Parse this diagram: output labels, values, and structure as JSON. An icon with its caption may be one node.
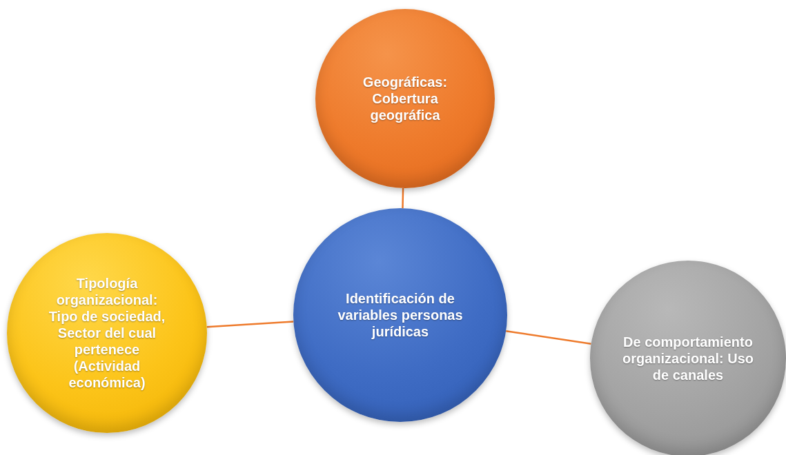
{
  "diagram": {
    "nodes": [
      {
        "text": [
          "Geográficas: Cobertura geográfica"
        ]
      },
      {
        "text": [
          "Tipología organizacional: Tipo de sociedad, Sector del cual pertenece (Actividad económica)"
        ]
      },
      {
        "text": [
          "Identificación de variables personas jurídicas"
        ]
      },
      {
        "text": [
          "De comportamiento organizacional: Uso de canales"
        ]
      }
    ],
    "edges": [
      {
        "from": 2,
        "to": 0,
        "arrow": "none"
      },
      {
        "from": 2,
        "to": 1,
        "arrow": "none"
      },
      {
        "from": 2,
        "to": 3,
        "arrow": "none"
      }
    ]
  }
}
